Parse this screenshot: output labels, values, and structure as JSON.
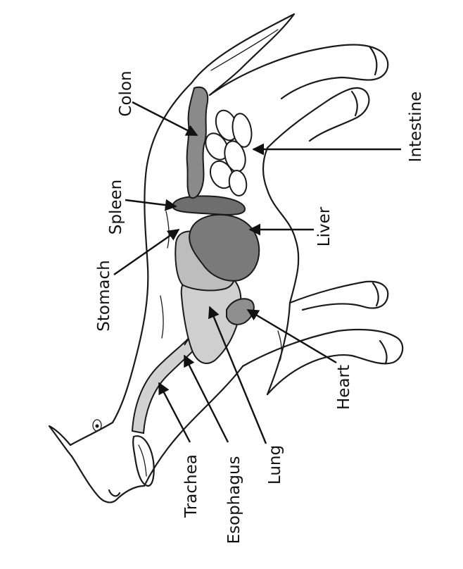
{
  "labels": {
    "colon": "Colon",
    "spleen": "Spleen",
    "stomach": "Stomach",
    "intestine": "Intestine",
    "liver": "Liver",
    "heart": "Heart",
    "lung": "Lung",
    "esophagus": "Esophagus",
    "trachea": "Trachea"
  },
  "colors": {
    "outline": "#1a1a1a",
    "colon": "#8a8a8a",
    "spleen": "#6e6e6e",
    "liver": "#7a7a7a",
    "stomach": "#bdbdbd",
    "lung": "#cfcfcf",
    "heart": "#8f8f8f",
    "trachea": "#d2d2d2",
    "intestine": "#ffffff"
  }
}
